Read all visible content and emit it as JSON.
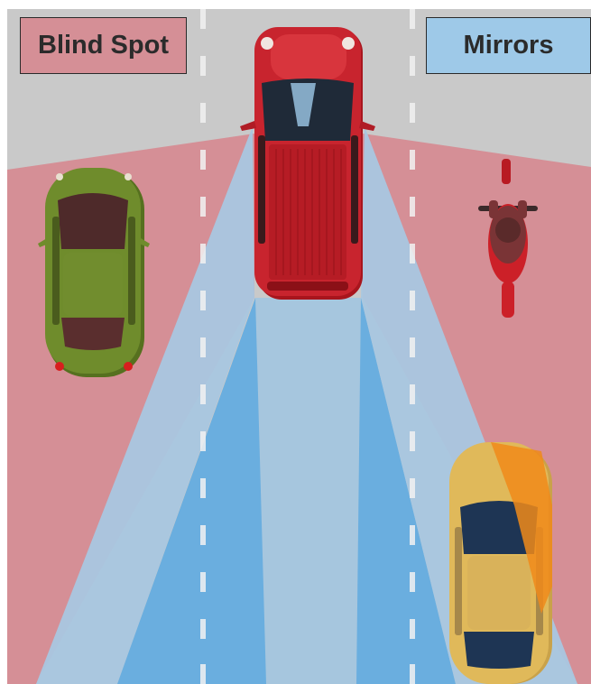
{
  "legend": {
    "blind_spot": {
      "label": "Blind Spot",
      "color": "#d58f96"
    },
    "mirrors": {
      "label": "Mirrors",
      "color": "#9ec9e8"
    }
  },
  "scene": {
    "road_color": "#c9c9c9",
    "lane_marking_color": "#f2f2f2",
    "vehicles": [
      {
        "id": "ego",
        "kind": "van",
        "color": "#c8242e",
        "position": "center lane, top"
      },
      {
        "id": "left-car",
        "kind": "car",
        "color": "#6f8c2c",
        "position": "left lane, in blind spot"
      },
      {
        "id": "motorcycle",
        "kind": "motorcycle",
        "color": "#cc2028",
        "position": "right lane, in blind spot"
      },
      {
        "id": "right-car",
        "kind": "car",
        "color": "#e0b95a",
        "position": "right lane, rear, partly in mirror view"
      }
    ]
  }
}
